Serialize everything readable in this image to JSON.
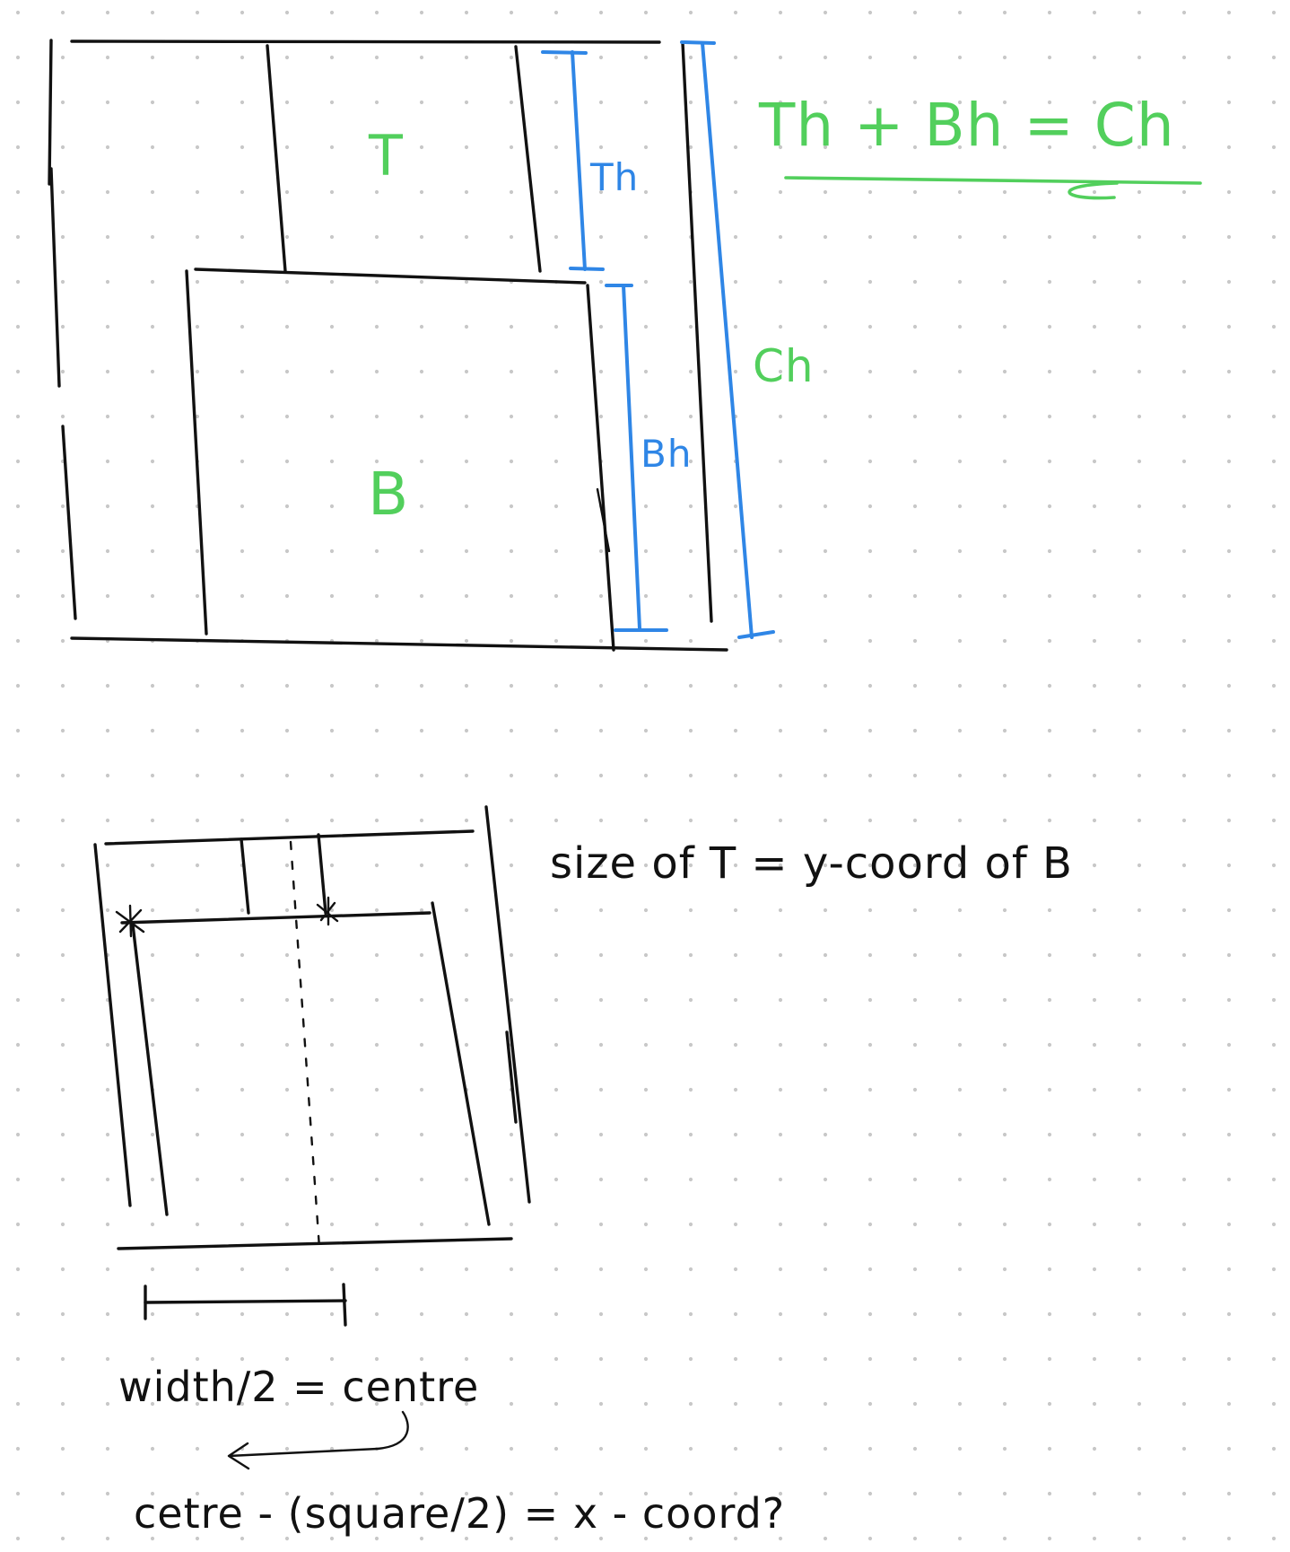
{
  "labels": {
    "t_block": "T",
    "b_block": "B",
    "th_measure": "Th",
    "bh_measure": "Bh",
    "ch_measure": "Ch",
    "equation": "Th + Bh = Ch",
    "size_note": "size of T = y-coord of B",
    "width_note": "width/2 = centre",
    "x_coord_note": "cetre - (square/2) = x - coord?"
  },
  "colors": {
    "ink_black": "#111111",
    "ink_blue": "#2f86e6",
    "ink_green": "#52cf5c",
    "dot_grid": "#c8c8c8"
  }
}
